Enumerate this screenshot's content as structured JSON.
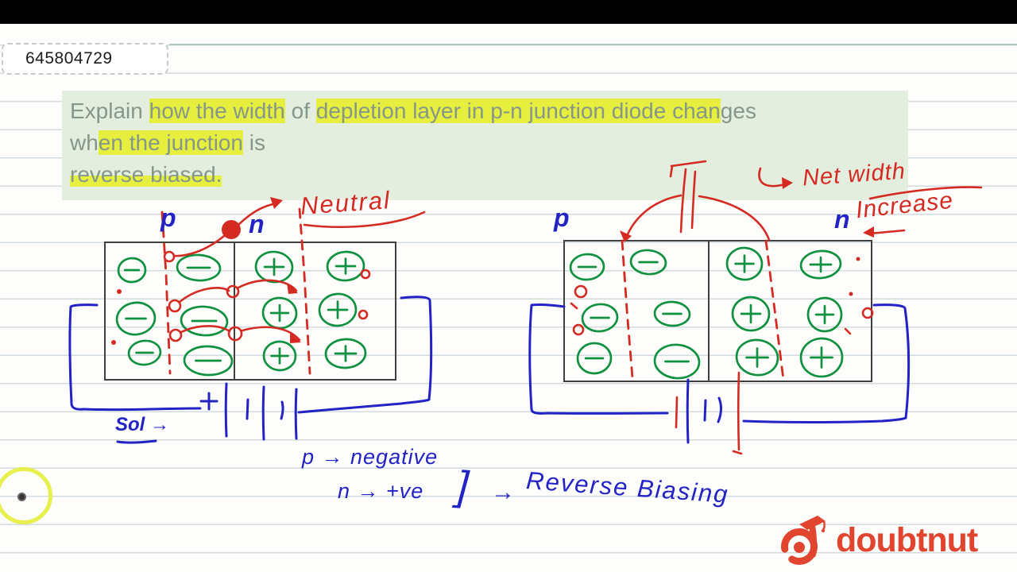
{
  "id_box": {
    "value": "645804729"
  },
  "question": {
    "lines": [
      {
        "segments": [
          {
            "text": "Explain ",
            "mark": "none"
          },
          {
            "text": "how the width",
            "mark": "full"
          },
          {
            "text": " of ",
            "mark": "none"
          },
          {
            "text": "depletion layer in p-n junction diode chan",
            "mark": "full"
          },
          {
            "text": "ges",
            "mark": "none"
          }
        ]
      },
      {
        "segments": [
          {
            "text": "wh",
            "mark": "none"
          },
          {
            "text": "en the junction",
            "mark": "full"
          },
          {
            "text": " is",
            "mark": "none"
          }
        ]
      },
      {
        "segments": [
          {
            "text": "reverse biased.",
            "mark": "bottom"
          }
        ]
      }
    ]
  },
  "annotations": {
    "neutral": "Neutral",
    "net_width": "Net width",
    "increase": "Increase",
    "sol": "Sol →",
    "p_negative": "p → negative",
    "n_positive": "n → +ve",
    "bracket": "]",
    "arrow": "→",
    "reverse_biasing": "Reverse Biasing"
  },
  "diagrams": {
    "left": {
      "p_label": "p",
      "n_label": "n",
      "minus": [
        [
          166,
          340,
          17,
          15,
          -5
        ],
        [
          250,
          337,
          27,
          16,
          3
        ],
        [
          171,
          401,
          24,
          20,
          -8
        ],
        [
          257,
          404,
          29,
          18,
          4
        ],
        [
          182,
          444,
          20,
          15,
          -6
        ],
        [
          262,
          454,
          30,
          18,
          2
        ]
      ],
      "plus": [
        [
          345,
          336,
          23,
          19,
          5
        ],
        [
          435,
          335,
          23,
          18,
          -4
        ],
        [
          352,
          394,
          21,
          19,
          8
        ],
        [
          425,
          390,
          23,
          20,
          -6
        ],
        [
          352,
          448,
          20,
          18,
          3
        ],
        [
          435,
          445,
          25,
          18,
          -3
        ]
      ]
    },
    "right": {
      "p_label": "p",
      "n_label": "n",
      "minus": [
        [
          739,
          336,
          21,
          16,
          -4
        ],
        [
          816,
          330,
          22,
          15,
          5
        ],
        [
          755,
          400,
          22,
          17,
          -6
        ],
        [
          846,
          395,
          22,
          15,
          3
        ],
        [
          748,
          451,
          21,
          19,
          -3
        ],
        [
          852,
          455,
          28,
          21,
          5
        ]
      ],
      "plus": [
        [
          937,
          332,
          22,
          20,
          6
        ],
        [
          1033,
          333,
          25,
          17,
          -5
        ],
        [
          945,
          395,
          23,
          21,
          4
        ],
        [
          1038,
          396,
          21,
          21,
          -7
        ],
        [
          953,
          450,
          26,
          22,
          8
        ],
        [
          1034,
          450,
          26,
          24,
          -4
        ]
      ]
    }
  },
  "logo": {
    "text": "doubtnut"
  },
  "colors": {
    "green": "#0f9140",
    "red": "#d42a22",
    "blue": "#2322c5",
    "ruled": "#d2dcdf",
    "qbg": "#e3eedf",
    "qtext": "#85968b",
    "highlight": "rgba(233,240,0,0.72)",
    "logo": "#e2452f"
  }
}
